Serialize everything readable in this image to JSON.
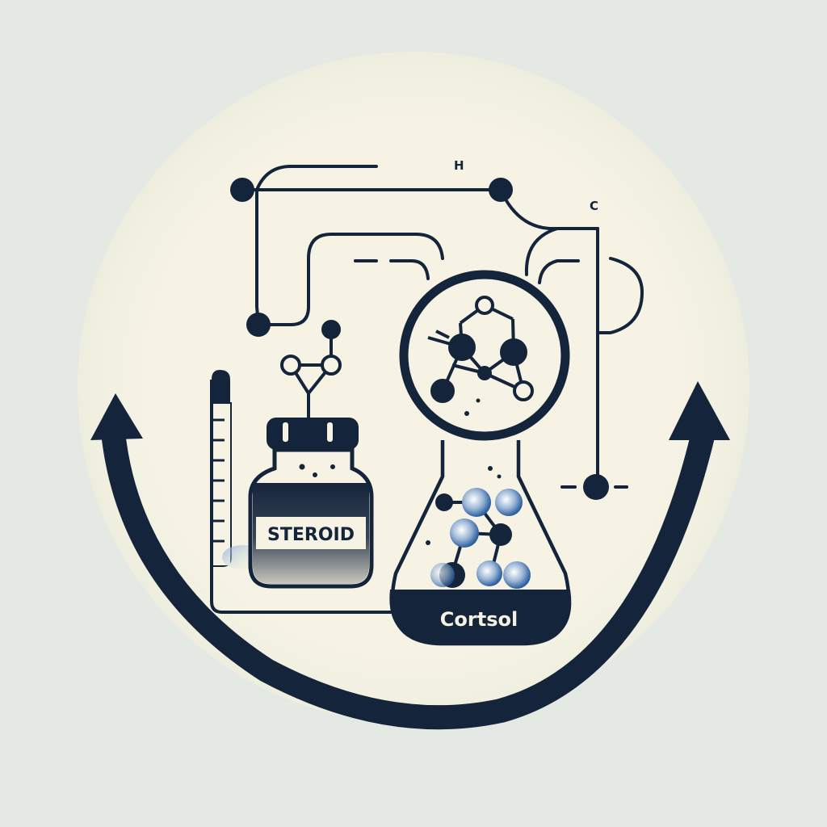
{
  "labels": {
    "atom_h": "H",
    "atom_c": "C",
    "vial_label": "STEROID",
    "flask_label": "Cortsol"
  },
  "colors": {
    "background": "#e4e9e3",
    "disc": "#f5f2e4",
    "ink": "#14243b",
    "accent_blue": "#3d6fae",
    "label_white": "#f5f2e4"
  },
  "icons": [
    "cycle-arrow-icon",
    "vial-icon",
    "flask-icon",
    "magnifier-icon",
    "molecule-icon",
    "test-tube-icon"
  ]
}
